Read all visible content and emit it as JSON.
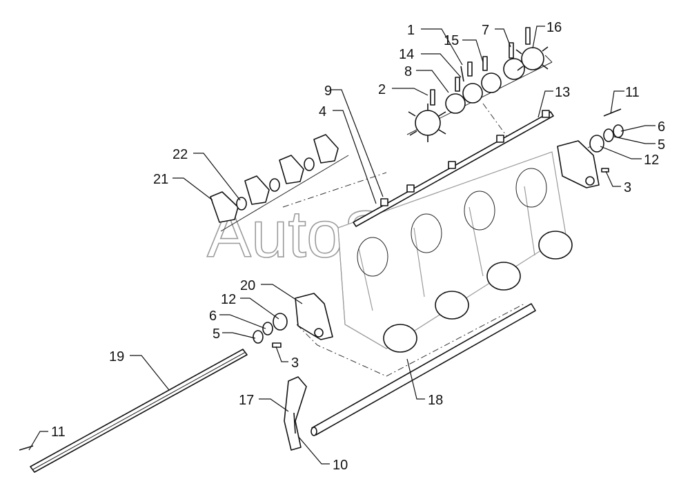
{
  "watermark": "AutoSoft",
  "callouts": [
    {
      "id": "c1",
      "text": "1"
    },
    {
      "id": "c14",
      "text": "14"
    },
    {
      "id": "c8",
      "text": "8"
    },
    {
      "id": "c2",
      "text": "2"
    },
    {
      "id": "c15",
      "text": "15"
    },
    {
      "id": "c7",
      "text": "7"
    },
    {
      "id": "c16",
      "text": "16"
    },
    {
      "id": "c9",
      "text": "9"
    },
    {
      "id": "c4",
      "text": "4"
    },
    {
      "id": "c13",
      "text": "13"
    },
    {
      "id": "c11a",
      "text": "11"
    },
    {
      "id": "c6a",
      "text": "6"
    },
    {
      "id": "c5a",
      "text": "5"
    },
    {
      "id": "c12a",
      "text": "12"
    },
    {
      "id": "c3a",
      "text": "3"
    },
    {
      "id": "c22",
      "text": "22"
    },
    {
      "id": "c21",
      "text": "21"
    },
    {
      "id": "c20",
      "text": "20"
    },
    {
      "id": "c12b",
      "text": "12"
    },
    {
      "id": "c6b",
      "text": "6"
    },
    {
      "id": "c5b",
      "text": "5"
    },
    {
      "id": "c3b",
      "text": "3"
    },
    {
      "id": "c19",
      "text": "19"
    },
    {
      "id": "c17",
      "text": "17"
    },
    {
      "id": "c18",
      "text": "18"
    },
    {
      "id": "c11b",
      "text": "11"
    },
    {
      "id": "c10",
      "text": "10"
    }
  ]
}
